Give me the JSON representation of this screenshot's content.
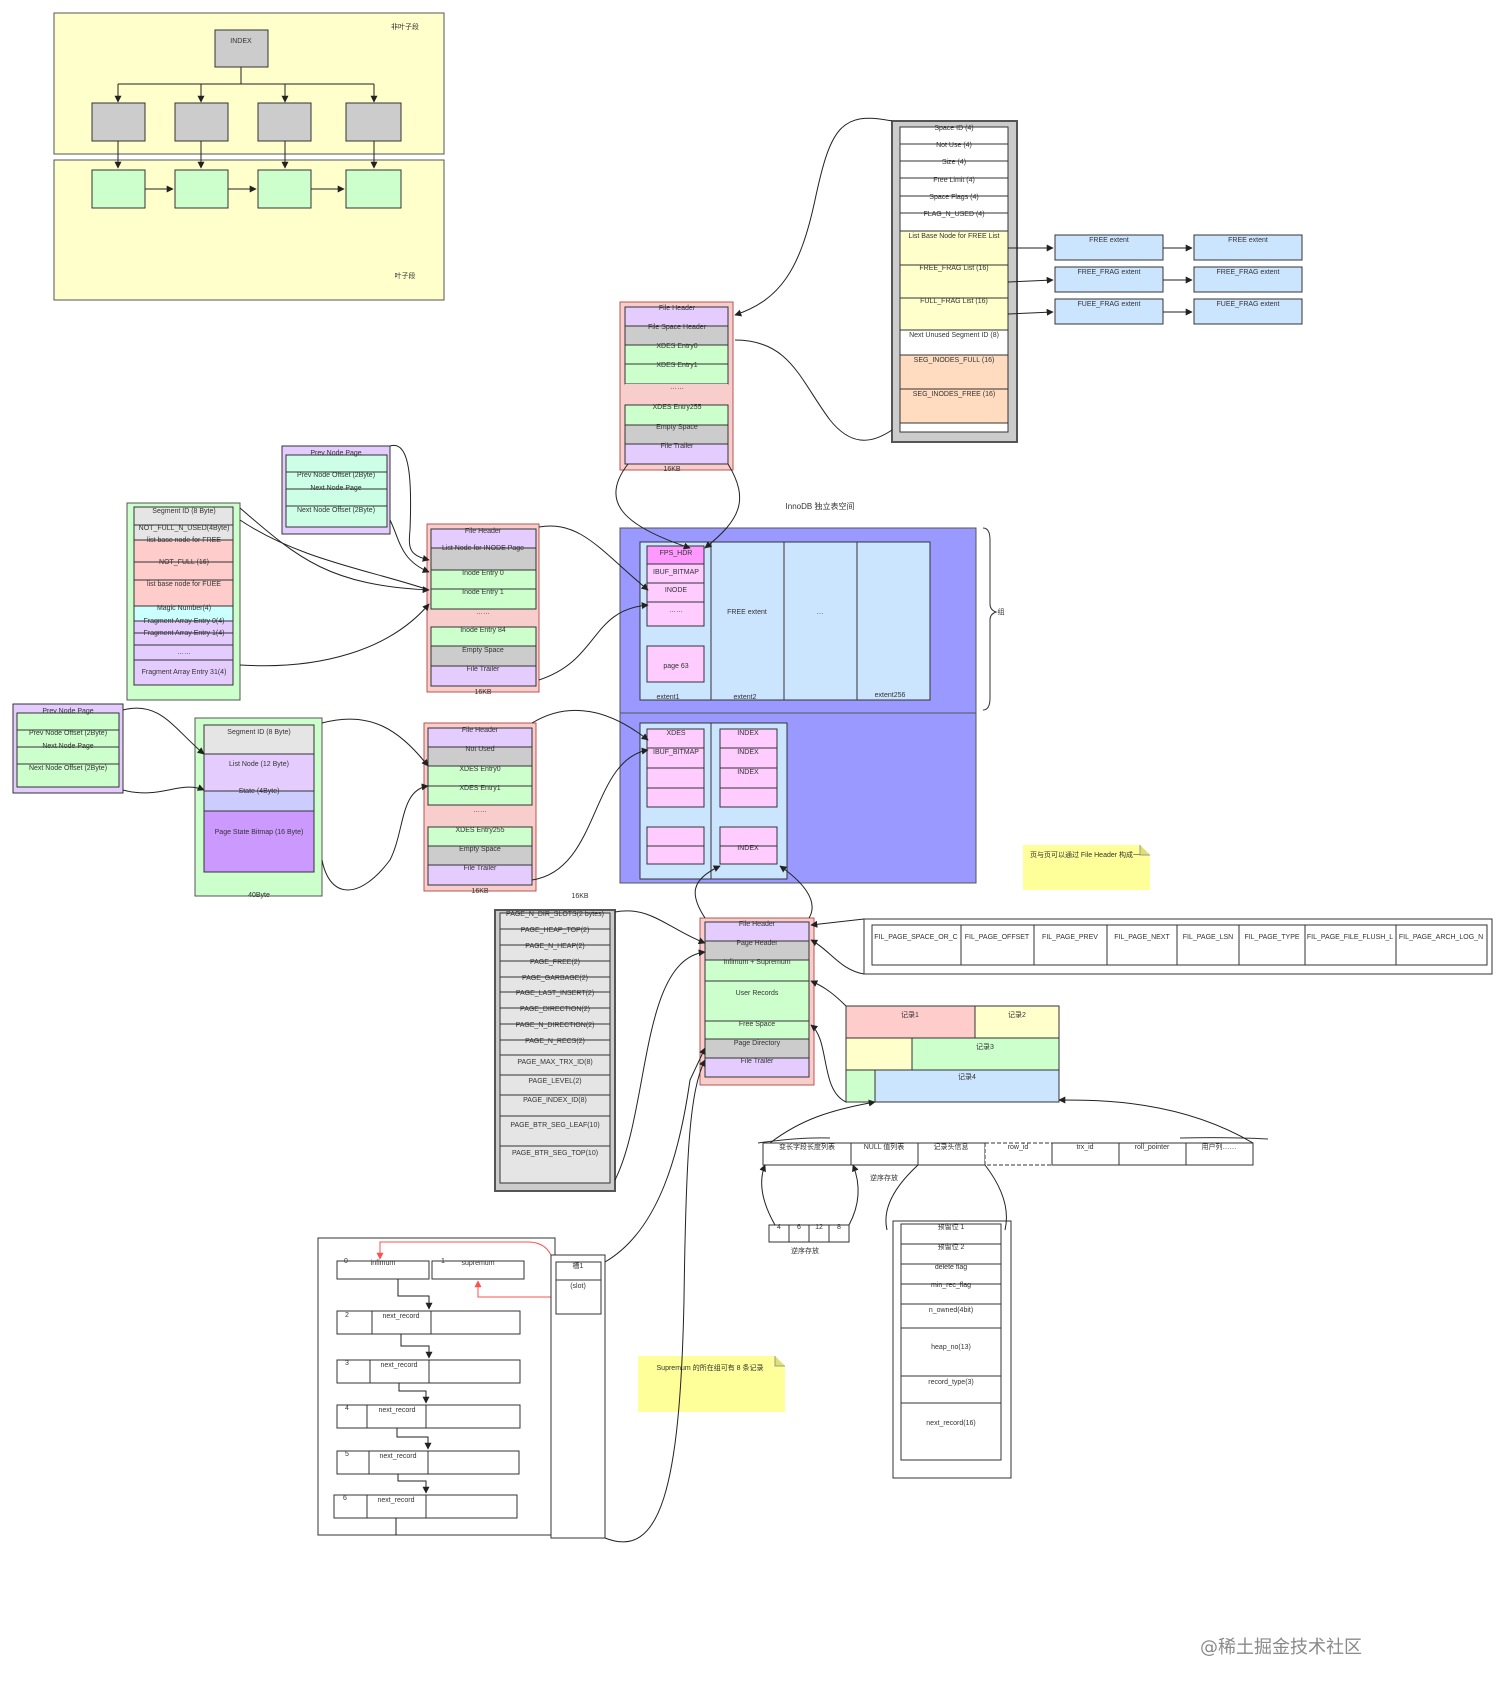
{
  "colors": {
    "yellow": "#ffffcc",
    "gray": "#cccccc",
    "green": "#ccffcc",
    "pink": "#ffccff",
    "purple": "#e5ccff",
    "blue": "#cce5ff",
    "salmon": "#f8cecc",
    "red": "#ffcccc",
    "orange": "#ffdcc0",
    "space": "#9999ff",
    "lavender": "#ccccff",
    "violet": "#cc99ff",
    "cyan": "#ccffff",
    "note": "#ffff99",
    "tealgreen": "#ccffe6"
  },
  "top_diagram": {
    "nonleaf_label": "非叶子段",
    "leaf_label": "叶子段",
    "index_label": "INDEX"
  },
  "fsp": {
    "rows": [
      "Space ID (4)",
      "Not Use (4)",
      "Size (4)",
      "Free Limit (4)",
      "Space Flags (4)",
      "FLAG_N_USED (4)",
      "List Base Node for FREE List",
      "FREE_FRAG List (16)",
      "FULL_FRAG List (16)",
      "Next Unused Segment ID (8)",
      "SEG_INODES_FULL (16)",
      "SEG_INODES_FREE (16)"
    ]
  },
  "extent_lists": {
    "left": [
      "FREE extent",
      "FREE_FRAG extent",
      "FUEE_FRAG extent"
    ],
    "right": [
      "FREE extent",
      "FREE_FRAG extent",
      "FUEE_FRAG extent"
    ]
  },
  "page1": {
    "rows": [
      "File Header",
      "File Space Header",
      "XDES Entry0",
      "XDES Entry1",
      "……",
      "XDES Entry255",
      "Empty Space",
      "File Trailer"
    ],
    "size": "16KB"
  },
  "list_node_top": {
    "rows": [
      "Prev Node Page",
      "Prev Node Offset (2Byte)",
      "Next Node Page",
      "Next Node Offset (2Byte)"
    ]
  },
  "inode_entry": {
    "rows": [
      "Segment ID (8 Byte)",
      "NOT_FULL_N_USED(4Byte)",
      "list base node for FREE",
      "NOT_FULL (16)",
      "list base node for FUEE",
      "Magic Number(4)",
      "Fragment Array Entry 0(4)",
      "Fragment Array Entry 1(4)",
      "……",
      "Fragment Array Entry 31(4)"
    ]
  },
  "inode_page": {
    "rows": [
      "File Header",
      "List Node for INODE Page",
      "Inode Entry 0",
      "Inode Entry 1",
      "……",
      "Inode Entry 84",
      "Empty Space",
      "File Trailer"
    ],
    "size": "16KB"
  },
  "tablespace": {
    "title": "InnoDB 独立表空间",
    "group_label": "组",
    "g1_pages": [
      "FPS_HDR",
      "IBUF_BITMAP",
      "INODE",
      "……",
      "page 63"
    ],
    "g1_extents": [
      "FREE extent",
      "…",
      ""
    ],
    "g1_labels": [
      "extent1",
      "extent2",
      "extent256"
    ],
    "g2_pages": [
      "XDES",
      "IBUF_BITMAP"
    ],
    "g2_index": [
      "INDEX",
      "INDEX",
      "INDEX",
      "INDEX"
    ]
  },
  "list_node_bottom": {
    "rows": [
      "Prev Node Page",
      "Prev Node Offset (2Byte)",
      "Next Node Page",
      "Next Node Offset (2Byte)"
    ]
  },
  "xdes_entry": {
    "rows": [
      "Segment ID (8 Byte)",
      "List Node (12 Byte)",
      "State (4Byte)",
      "Page State Bitmap (16 Byte)"
    ],
    "size": "40Byte"
  },
  "xdes_page": {
    "rows": [
      "File Header",
      "Not Used",
      "XDES Entry0",
      "XDES Entry1",
      "……",
      "XDES Entry255",
      "Empty Space",
      "File Trailer"
    ],
    "size": "16KB",
    "size2": "16KB"
  },
  "page_header": {
    "rows": [
      "PAGE_N_DIR_SLOTS(2 bytes)",
      "PAGE_HEAP_TOP(2)",
      "PAGE_N_HEAP(2)",
      "PAGE_FREE(2)",
      "PAGE_GARBAGE(2)",
      "PAGE_LAST_INSERT(2)",
      "PAGE_DIRECTION(2)",
      "PAGE_N_DIRECTION(2)",
      "PAGE_N_RECS(2)",
      "PAGE_MAX_TRX_ID(8)",
      "PAGE_LEVEL(2)",
      "PAGE_INDEX_ID(8)",
      "PAGE_BTR_SEG_LEAF(10)",
      "PAGE_BTR_SEG_TOP(10)"
    ]
  },
  "index_page": {
    "rows": [
      "File Header",
      "Page Header",
      "Infimum + Supremum",
      "User Records",
      "Free Space",
      "Page Directory",
      "File Trailer"
    ]
  },
  "note1": "页与页可以通过 File Header 构成一",
  "fil_header": [
    "FIL_PAGE_SPACE_OR_C",
    "FIL_PAGE_OFFSET",
    "FIL_PAGE_PREV",
    "FIL_PAGE_NEXT",
    "FIL_PAGE_LSN",
    "FIL_PAGE_TYPE",
    "FIL_PAGE_FILE_FLUSH_L",
    "FIL_PAGE_ARCH_LOG_N"
  ],
  "records": [
    "记录1",
    "记录2",
    "记录3",
    "记录4"
  ],
  "row_format": {
    "cols": [
      "变长字段长度列表",
      "NULL 值列表",
      "记录头信息",
      "row_id",
      "trx_id",
      "roll_pointer",
      "用户列……"
    ],
    "reverse_label": "逆序存放",
    "lengths": [
      "4",
      "6",
      "12",
      "8"
    ],
    "lengths_label": "逆序存放"
  },
  "record_header": {
    "rows": [
      "预留位 1",
      "预留位 2",
      "delete flag",
      "min_rec_flag",
      "n_owned(4bit)",
      "heap_no(13)",
      "record_type(3)",
      "next_record(16)"
    ]
  },
  "record_chain": {
    "nums": [
      "0",
      "1",
      "2",
      "3",
      "4",
      "5",
      "6"
    ],
    "infimum": "infimum",
    "supremum": "supremum",
    "next": "next_record"
  },
  "slot": {
    "title": "槽1",
    "val": "(slot)"
  },
  "note2": "Supremum 的所在组可有 8 条记录",
  "watermark": "@稀土掘金技术社区"
}
